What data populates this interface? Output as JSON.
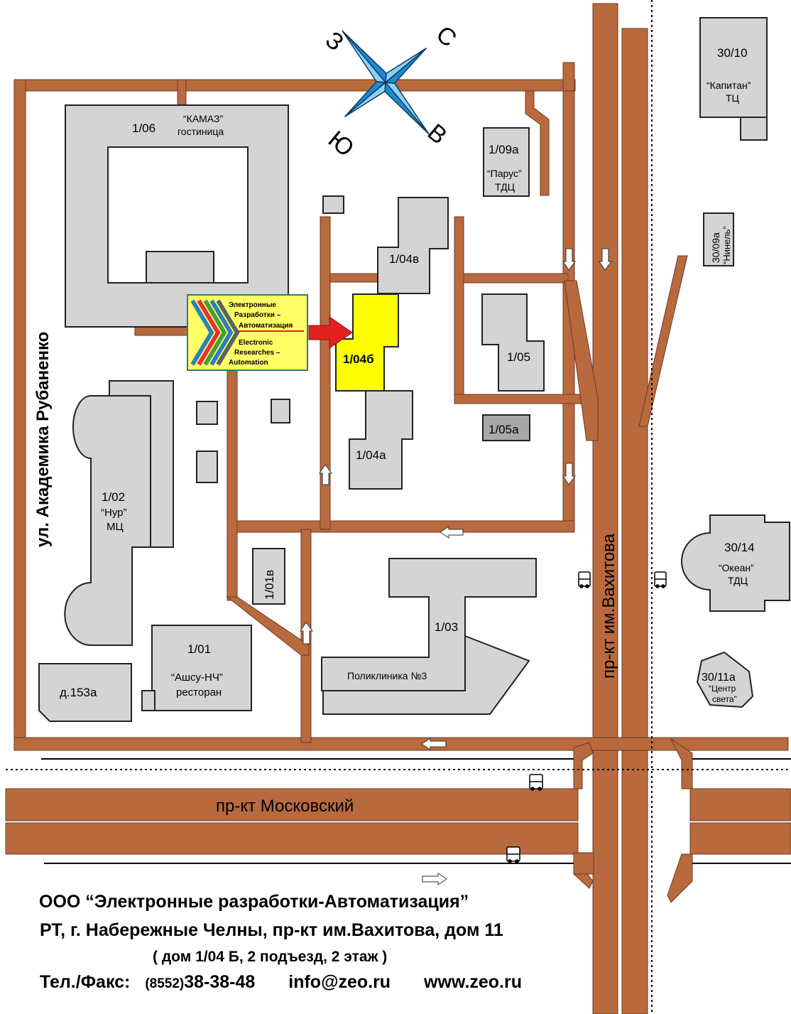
{
  "colors": {
    "road": "#b86a3e",
    "building": "#d4d4d4",
    "building_dark": "#a8a8a8",
    "target": "#ffff00",
    "arrow": "#e32220",
    "compass": "#1e8ad0",
    "logo_bg": "#ffff66",
    "logo_border": "#2f7d78"
  },
  "compass": {
    "n": "С",
    "s": "Ю",
    "w": "З",
    "e": "В",
    "icon": "compass-rose-icon"
  },
  "streets": {
    "west": "ул. Академика Рубаненко",
    "east": "пр-кт им.Вахитова",
    "south": "пр-кт Московский"
  },
  "logo": {
    "ru_line1": "Электронные",
    "ru_line2": "Разработки –",
    "ru_line3": "Автоматизация",
    "en_line1": "Electronic",
    "en_line2": "Researches –",
    "en_line3": "Automation"
  },
  "buildings": {
    "b106": {
      "num": "1/06",
      "name1": "“КАМАЗ”",
      "name2": "гостиница"
    },
    "b109a": {
      "num": "1/09а",
      "name1": "“Парус”",
      "name2": "ТДЦ"
    },
    "b3010": {
      "num": "30/10",
      "name1": "“Капитан”",
      "name2": "ТЦ"
    },
    "b3009a": {
      "num": "30/09а",
      "name1": "“Нинель”"
    },
    "b104v": {
      "num": "1/04в"
    },
    "b104b": {
      "num": "1/04б"
    },
    "b105": {
      "num": "1/05"
    },
    "b105a": {
      "num": "1/05а"
    },
    "b104a": {
      "num": "1/04а"
    },
    "b102": {
      "num": "1/02",
      "name1": "“Нур”",
      "name2": "МЦ"
    },
    "b101v": {
      "num": "1/01в"
    },
    "b103": {
      "num": "1/03",
      "name1": "Поликлиника №3"
    },
    "b101": {
      "num": "1/01",
      "name1": "“Ашсу-НЧ”",
      "name2": "ресторан"
    },
    "b153a": {
      "num": "д.153а"
    },
    "b3014": {
      "num": "30/14",
      "name1": "“Океан”",
      "name2": "ТДЦ"
    },
    "b3011a": {
      "num": "30/11а",
      "name1": "“Центр",
      "name2": "света”"
    }
  },
  "footer": {
    "company": "ООО “Электронные разработки-Автоматизация”",
    "address": "РТ, г. Набережные Челны, пр-кт им.Вахитова, дом 11",
    "address_detail": "( дом 1/04 Б, 2 подъезд, 2 этаж )",
    "phone_label": "Тел./Факс:",
    "phone_code": "(8552)",
    "phone_number": "38-38-48",
    "email": "info@zeo.ru",
    "website": "www.zeo.ru"
  }
}
